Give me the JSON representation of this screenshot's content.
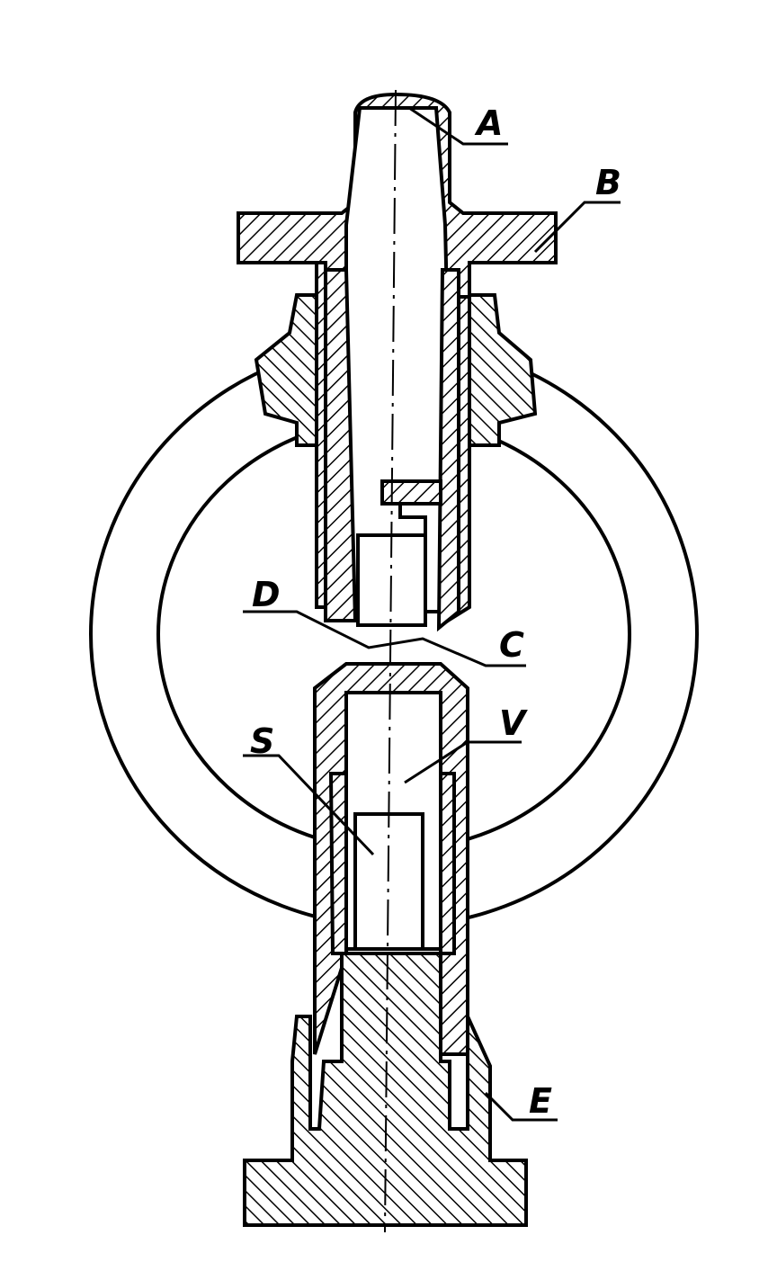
{
  "diagram": {
    "labels": {
      "A": "A",
      "B": "B",
      "C": "C",
      "D": "D",
      "S": "S",
      "V": "V",
      "E": "E"
    },
    "colors": {
      "ink": "#000000",
      "paper": "#ffffff"
    }
  }
}
